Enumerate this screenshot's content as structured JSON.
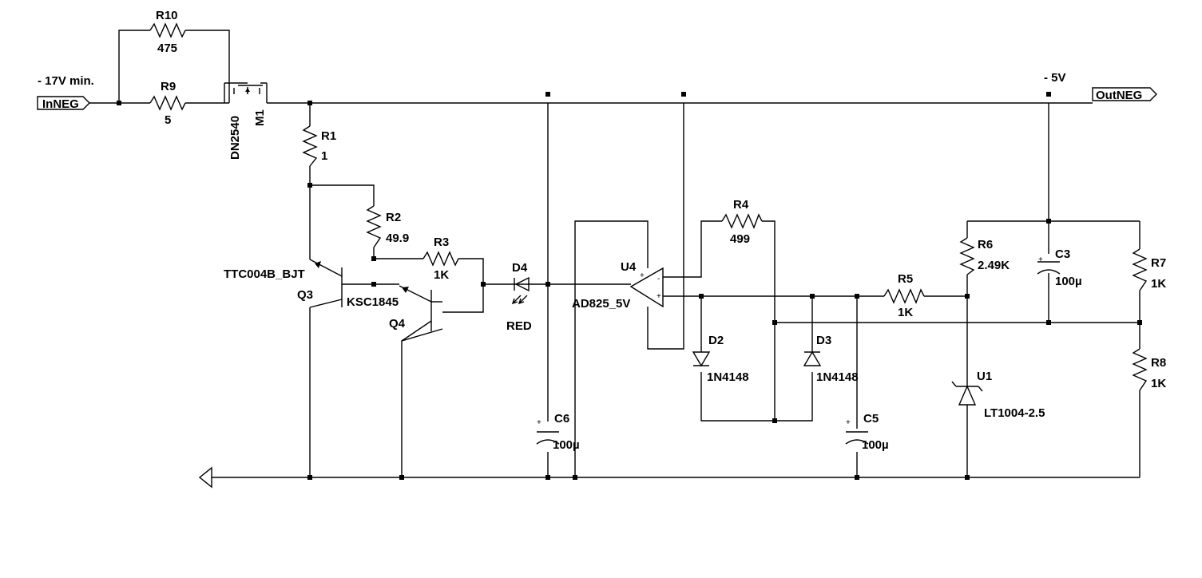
{
  "ports": {
    "in_note": "- 17V min.",
    "in_name": "InNEG",
    "out_note": "- 5V",
    "out_name": "OutNEG"
  },
  "components": {
    "R10": {
      "ref": "R10",
      "value": "475"
    },
    "R9": {
      "ref": "R9",
      "value": "5"
    },
    "M1": {
      "ref": "M1",
      "value": "DN2540"
    },
    "R1": {
      "ref": "R1",
      "value": "1"
    },
    "R2": {
      "ref": "R2",
      "value": "49.9"
    },
    "R3": {
      "ref": "R3",
      "value": "1K"
    },
    "Q3": {
      "ref": "Q3",
      "value": "TTC004B_BJT"
    },
    "Q4": {
      "ref": "Q4",
      "value": "KSC1845"
    },
    "D4": {
      "ref": "D4",
      "value": "RED"
    },
    "C6": {
      "ref": "C6",
      "value": "100µ"
    },
    "U4": {
      "ref": "U4",
      "value": "AD825_5V"
    },
    "R4": {
      "ref": "R4",
      "value": "499"
    },
    "D2": {
      "ref": "D2",
      "value": "1N4148"
    },
    "D3": {
      "ref": "D3",
      "value": "1N4148"
    },
    "C5": {
      "ref": "C5",
      "value": "100µ"
    },
    "R5": {
      "ref": "R5",
      "value": "1K"
    },
    "R6": {
      "ref": "R6",
      "value": "2.49K"
    },
    "C3": {
      "ref": "C3",
      "value": "100µ"
    },
    "R7": {
      "ref": "R7",
      "value": "1K"
    },
    "R8": {
      "ref": "R8",
      "value": "1K"
    },
    "U1": {
      "ref": "U1",
      "value": "LT1004-2.5"
    }
  }
}
